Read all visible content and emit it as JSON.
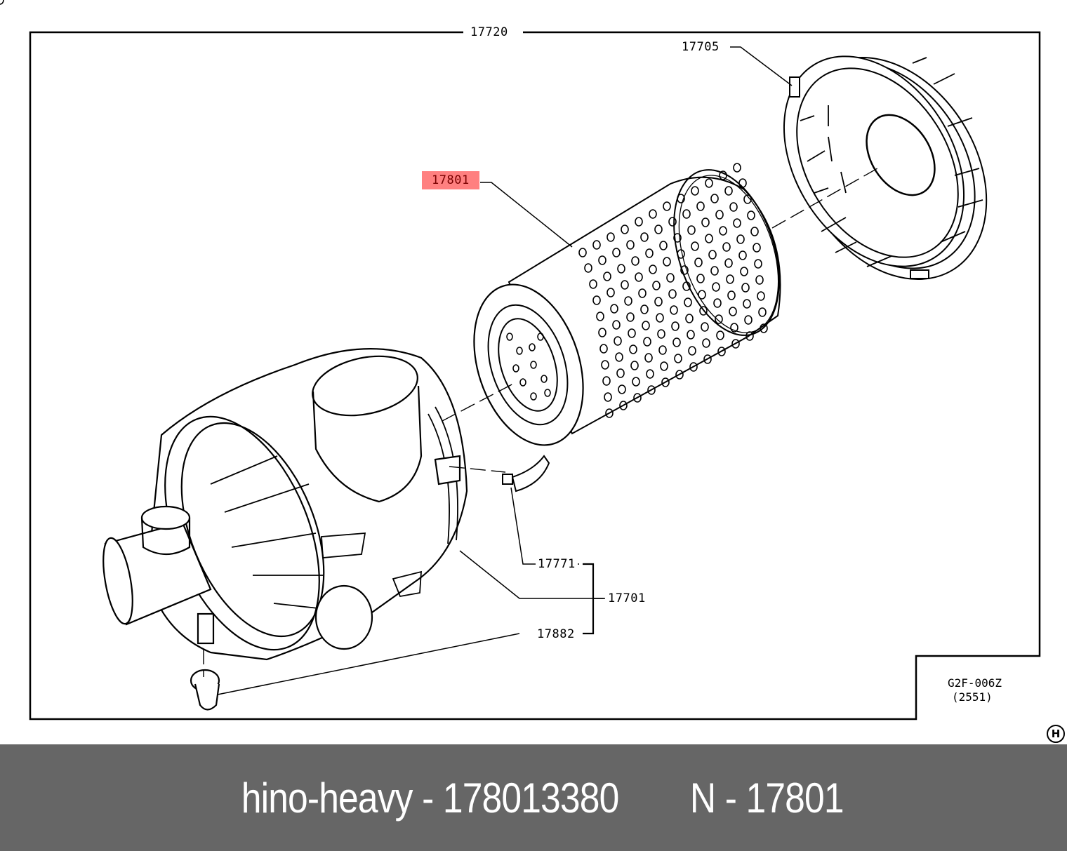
{
  "diagram": {
    "type": "exploded parts diagram",
    "subject": "air cleaner assembly",
    "frame_label": "17720",
    "callouts": [
      {
        "id": "17705",
        "label": "17705",
        "part": "air cleaner cap"
      },
      {
        "id": "17801",
        "label": "17801",
        "part": "air filter element",
        "highlighted": true,
        "highlight_color": "#ff8080"
      },
      {
        "id": "17771",
        "label": "17771",
        "part": "clamp/clip"
      },
      {
        "id": "17701",
        "label": "17701",
        "part": "air cleaner assembly"
      },
      {
        "id": "17882",
        "label": "17882",
        "part": "vacuator valve"
      }
    ],
    "drawing_code": "G2F-006Z",
    "drawing_subcode": "(2551)",
    "corner_badge": "H"
  },
  "footer": {
    "brand": "hino-heavy",
    "part_number": "178013380",
    "ref_prefix": "N",
    "ref_number": "17801",
    "text_left": "hino-heavy - 178013380",
    "text_right": "N - 17801",
    "background": "#666666"
  }
}
